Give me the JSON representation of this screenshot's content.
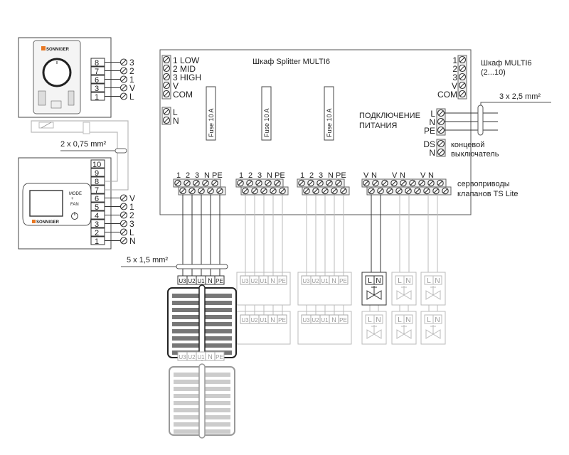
{
  "thermostat_mech": {
    "brand": "SONNIGER",
    "terminals": [
      "8",
      "7",
      "6",
      "3",
      "1"
    ],
    "labels": [
      "3",
      "2",
      "1",
      "V",
      "L"
    ]
  },
  "thermostat_digital": {
    "brand": "SONNIGER",
    "mode_label": "MODE",
    "fan_label": "FAN",
    "terminals": [
      "10",
      "9",
      "8",
      "7",
      "6",
      "5",
      "4",
      "3",
      "2",
      "1"
    ],
    "labels": [
      "V",
      "1",
      "2",
      "3",
      "L",
      "N"
    ],
    "cable_label": "2 x 0,75 mm²"
  },
  "splitter": {
    "title": "Шкаф Splitter MULTI6",
    "control_inputs": [
      "1 LOW",
      "2 MID",
      "3 HIGH",
      "V",
      "COM"
    ],
    "power_inputs": [
      "L",
      "N"
    ],
    "fuse_label": "Fuse 10 A",
    "out_group_labels": [
      "1",
      "2",
      "3",
      "N",
      "PE"
    ],
    "valve_group_labels": [
      "V",
      "N"
    ],
    "multi6_terminals": [
      "1",
      "2",
      "3",
      "V",
      "COM"
    ],
    "multi6_title": "Шкаф MULTI6",
    "multi6_range": "(2...10)",
    "power_title_1": "ПОДКЛЮЧЕНИЕ",
    "power_title_2": "ПИТАНИЯ",
    "power_terminals": [
      "L",
      "N",
      "PE"
    ],
    "power_cable": "3 x 2,5 mm²",
    "ds_terminals": [
      "DS",
      "N"
    ],
    "ds_label_1": "концевой",
    "ds_label_2": "выключатель",
    "valves_label_1": "сервоприводы",
    "valves_label_2": "клапанов TS Lite"
  },
  "fan_units": {
    "terminal_labels": [
      "U3",
      "U2",
      "U1",
      "N",
      "PE"
    ],
    "cable_label": "5 x 1,5 mm²"
  },
  "valves": {
    "terminal_labels": [
      "L",
      "N"
    ]
  }
}
